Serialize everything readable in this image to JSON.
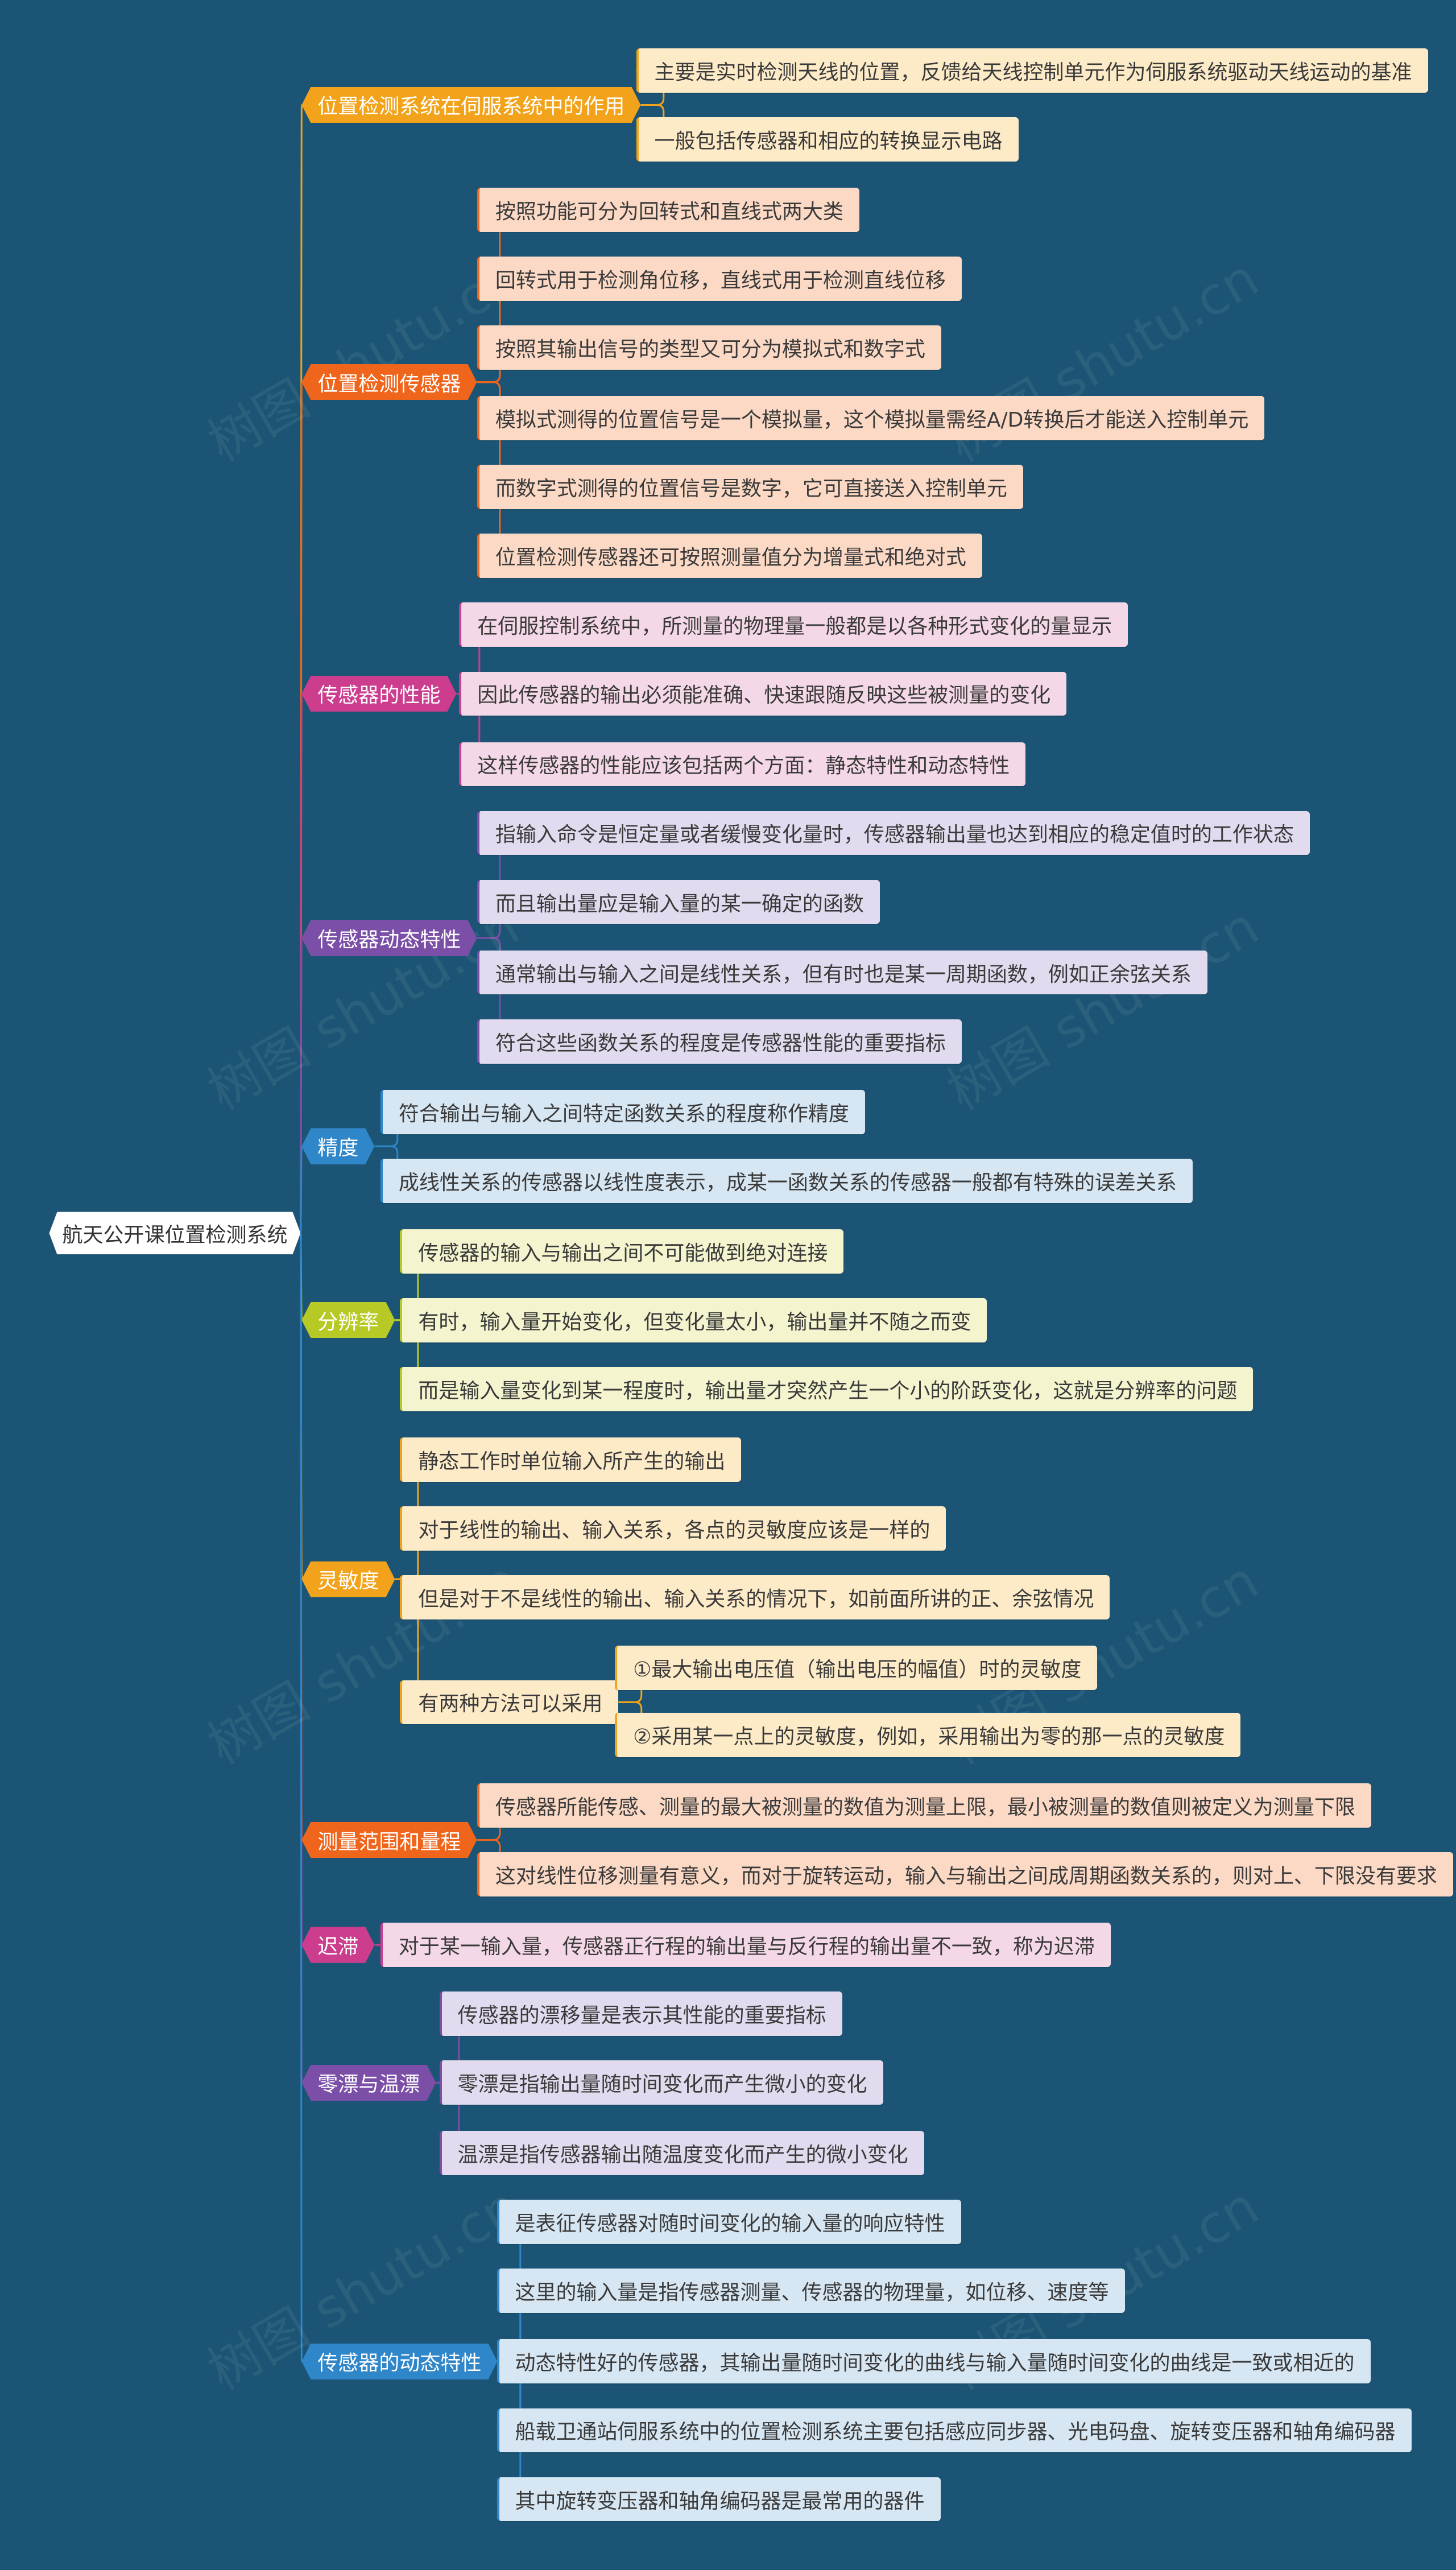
{
  "root": "航天公开课位置检测系统",
  "watermark": "树图 shutu.cn",
  "branches": [
    {
      "label": "位置检测系统在伺服系统中的作用",
      "color": "#f2a31b",
      "leafBg": "#fdebc8",
      "children": [
        {
          "label": "主要是实时检测天线的位置，反馈给天线控制单元作为伺服系统驱动天线运动的基准"
        },
        {
          "label": "一般包括传感器和相应的转换显示电路"
        }
      ]
    },
    {
      "label": "位置检测传感器",
      "color": "#f0651c",
      "leafBg": "#fbd9c5",
      "children": [
        {
          "label": "按照功能可分为回转式和直线式两大类"
        },
        {
          "label": "回转式用于检测角位移，直线式用于检测直线位移"
        },
        {
          "label": "按照其输出信号的类型又可分为模拟式和数字式"
        },
        {
          "label": "模拟式测得的位置信号是一个模拟量，这个模拟量需经A/D转换后才能送入控制单元"
        },
        {
          "label": "而数字式测得的位置信号是数字，它可直接送入控制单元"
        },
        {
          "label": "位置检测传感器还可按照测量值分为增量式和绝对式"
        }
      ]
    },
    {
      "label": "传感器的性能",
      "color": "#cc3d8e",
      "leafBg": "#f5d8e8",
      "children": [
        {
          "label": "在伺服控制系统中，所测量的物理量一般都是以各种形式变化的量显示"
        },
        {
          "label": "因此传感器的输出必须能准确、快速跟随反映这些被测量的变化"
        },
        {
          "label": "这样传感器的性能应该包括两个方面：静态特性和动态特性"
        }
      ]
    },
    {
      "label": "传感器动态特性",
      "color": "#7b4fa8",
      "leafBg": "#e2dbef",
      "children": [
        {
          "label": "指输入命令是恒定量或者缓慢变化量时，传感器输出量也达到相应的稳定值时的工作状态"
        },
        {
          "label": "而且输出量应是输入量的某一确定的函数"
        },
        {
          "label": "通常输出与输入之间是线性关系，但有时也是某一周期函数，例如正余弦关系"
        },
        {
          "label": "符合这些函数关系的程度是传感器性能的重要指标"
        }
      ]
    },
    {
      "label": "精度",
      "color": "#2f86c9",
      "leafBg": "#d6e6f3",
      "children": [
        {
          "label": "符合输出与输入之间特定函数关系的程度称作精度"
        },
        {
          "label": "成线性关系的传感器以线性度表示，成某一函数关系的传感器一般都有特殊的误差关系"
        }
      ]
    },
    {
      "label": "分辨率",
      "color": "#b7c925",
      "leafBg": "#f4f4cf",
      "children": [
        {
          "label": "传感器的输入与输出之间不可能做到绝对连接"
        },
        {
          "label": "有时，输入量开始变化，但变化量太小，输出量并不随之而变"
        },
        {
          "label": "而是输入量变化到某一程度时，输出量才突然产生一个小的阶跃变化，这就是分辨率的问题"
        }
      ]
    },
    {
      "label": "灵敏度",
      "color": "#f2a31b",
      "leafBg": "#fdebc8",
      "children": [
        {
          "label": "静态工作时单位输入所产生的输出"
        },
        {
          "label": "对于线性的输出、输入关系，各点的灵敏度应该是一样的"
        },
        {
          "label": "但是对于不是线性的输出、输入关系的情况下，如前面所讲的正、余弦情况"
        },
        {
          "label": "有两种方法可以采用",
          "children": [
            {
              "label": "①最大输出电压值（输出电压的幅值）时的灵敏度"
            },
            {
              "label": "②采用某一点上的灵敏度，例如，采用输出为零的那一点的灵敏度"
            }
          ]
        }
      ]
    },
    {
      "label": "测量范围和量程",
      "color": "#f0651c",
      "leafBg": "#fbd9c5",
      "children": [
        {
          "label": "传感器所能传感、测量的最大被测量的数值为测量上限，最小被测量的数值则被定义为测量下限"
        },
        {
          "label": "这对线性位移测量有意义，而对于旋转运动，输入与输出之间成周期函数关系的，则对上、下限没有要求"
        }
      ]
    },
    {
      "label": "迟滞",
      "color": "#cc3d8e",
      "leafBg": "#f5d8e8",
      "children": [
        {
          "label": "对于某一输入量，传感器正行程的输出量与反行程的输出量不一致，称为迟滞"
        }
      ]
    },
    {
      "label": "零漂与温漂",
      "color": "#7b4fa8",
      "leafBg": "#e2dbef",
      "children": [
        {
          "label": "传感器的漂移量是表示其性能的重要指标"
        },
        {
          "label": "零漂是指输出量随时间变化而产生微小的变化"
        },
        {
          "label": "温漂是指传感器输出随温度变化而产生的微小变化"
        }
      ]
    },
    {
      "label": "传感器的动态特性",
      "color": "#2f86c9",
      "leafBg": "#d6e6f3",
      "children": [
        {
          "label": "是表征传感器对随时间变化的输入量的响应特性"
        },
        {
          "label": "这里的输入量是指传感器测量、传感器的物理量，如位移、速度等"
        },
        {
          "label": "动态特性好的传感器，其输出量随时间变化的曲线与输入量随时间变化的曲线是一致或相近的"
        },
        {
          "label": "船载卫通站伺服系统中的位置检测系统主要包括感应同步器、光电码盘、旋转变压器和轴角编码器"
        },
        {
          "label": "其中旋转变压器和轴角编码器是最常用的器件"
        }
      ]
    }
  ]
}
